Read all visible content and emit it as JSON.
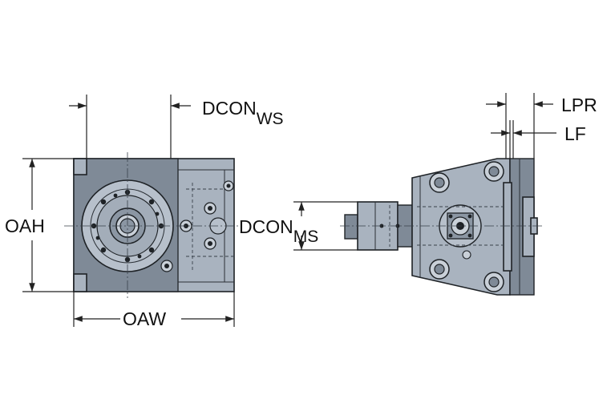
{
  "labels": {
    "dcon_ws_main": "DCON",
    "dcon_ws_sub": "WS",
    "dcon_ms_main": "DCON",
    "dcon_ms_sub": "MS",
    "oah": "OAH",
    "oaw": "OAW",
    "lpr": "LPR",
    "lf": "LF"
  },
  "colors": {
    "body": "#a9b3bf",
    "body_dark": "#7f8a97",
    "outline": "#1e2226",
    "dimension": "#222222"
  }
}
